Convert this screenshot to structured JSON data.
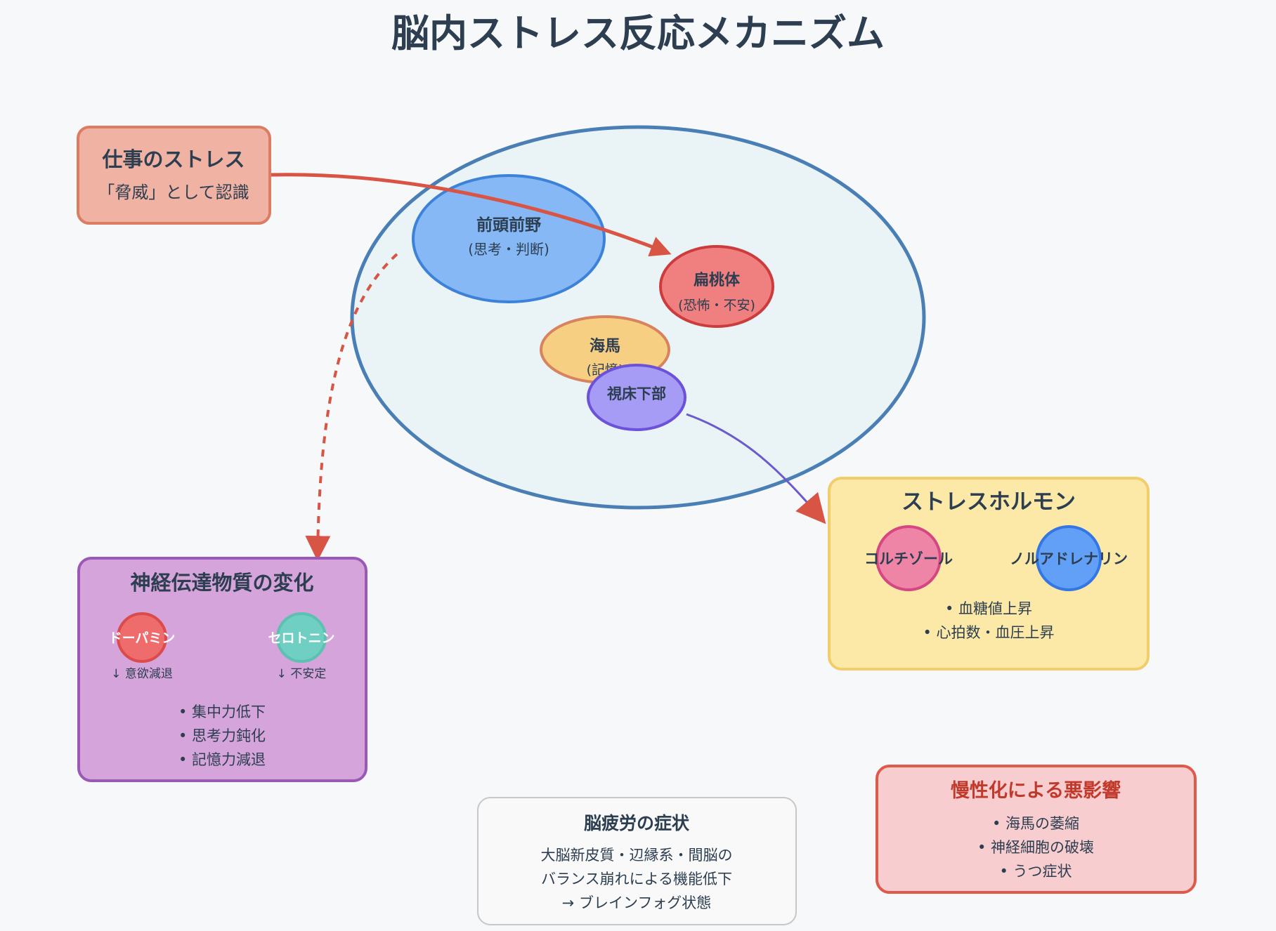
{
  "title": "脳内ストレス反応メカニズム",
  "stress_box": {
    "title": "仕事のストレス",
    "subtitle": "「脅威」として認識"
  },
  "brain": {
    "prefrontal": {
      "title": "前頭前野",
      "subtitle": "(思考・判断)"
    },
    "amygdala": {
      "title": "扁桃体",
      "subtitle": "(恐怖・不安)"
    },
    "hippocampus": {
      "title": "海馬",
      "subtitle": "(記憶)"
    },
    "hypothalamus": {
      "title": "視床下部"
    }
  },
  "hormones": {
    "title": "ストレスホルモン",
    "cortisol": "コルチゾール",
    "noradrenaline": "ノルアドレナリン",
    "effects": [
      "• 血糖値上昇",
      "• 心拍数・血圧上昇"
    ]
  },
  "neuro": {
    "title": "神経伝達物質の変化",
    "dopamine": "ドーパミン",
    "dopamine_effect": "↓ 意欲減退",
    "serotonin": "セロトニン",
    "serotonin_effect": "↓ 不安定",
    "effects": [
      "• 集中力低下",
      "• 思考力鈍化",
      "• 記憶力減退"
    ]
  },
  "fatigue": {
    "title": "脳疲労の症状",
    "lines": [
      "大脳新皮質・辺縁系・間脳の",
      "バランス崩れによる機能低下",
      "→ ブレインフォグ状態"
    ]
  },
  "chronic": {
    "title": "慢性化による悪影響",
    "lines": [
      "• 海馬の萎縮",
      "• 神経細胞の破壊",
      "• うつ症状"
    ]
  },
  "colors": {
    "brain_stroke": "#4a7fb5",
    "brain_fill": "#eaf3f6",
    "prefrontal": "#86b8f5",
    "amygdala": "#f07f7f",
    "hippocampus": "#f6cf82",
    "hypothalamus": "#a69cf5",
    "stress_box": "#f0b2a2",
    "hormone_box": "#fce9a8",
    "neuro_box": "#d5a4da",
    "chronic_box": "#f7cdcf",
    "arrow_red": "#d85545",
    "arrow_purple": "#6a5acd"
  }
}
